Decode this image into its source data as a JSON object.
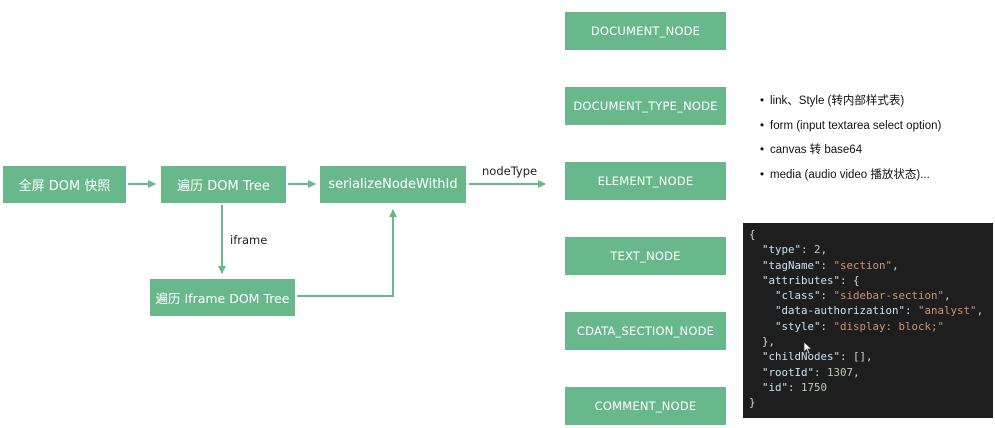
{
  "flow": {
    "full_snapshot": "全屏 DOM 快照",
    "traverse_dom": "遍历 DOM Tree",
    "serialize": "serializeNodeWithId",
    "traverse_iframe": "遍历 Iframe DOM Tree",
    "iframe_label": "iframe",
    "nodetype_label": "nodeType"
  },
  "node_types": [
    "DOCUMENT_NODE",
    "DOCUMENT_TYPE_NODE",
    "ELEMENT_NODE",
    "TEXT_NODE",
    "CDATA_SECTION_NODE",
    "COMMENT_NODE"
  ],
  "bullet_glyph": "•",
  "bullets": [
    "link、Style (转内部样式表)",
    "form (input textarea select option)",
    "canvas 转 base64",
    "media (audio video 播放状态)..."
  ],
  "code_lines": [
    [
      [
        "p",
        "{"
      ]
    ],
    [
      [
        "p",
        "  "
      ],
      [
        "k",
        "\"type\""
      ],
      [
        "p",
        ": "
      ],
      [
        "n",
        "2"
      ],
      [
        "p",
        ","
      ]
    ],
    [
      [
        "p",
        "  "
      ],
      [
        "k",
        "\"tagName\""
      ],
      [
        "p",
        ": "
      ],
      [
        "s",
        "\"section\""
      ],
      [
        "p",
        ","
      ]
    ],
    [
      [
        "p",
        "  "
      ],
      [
        "k",
        "\"attributes\""
      ],
      [
        "p",
        ": {"
      ]
    ],
    [
      [
        "p",
        "    "
      ],
      [
        "k",
        "\"class\""
      ],
      [
        "p",
        ": "
      ],
      [
        "s",
        "\"sidebar-section\""
      ],
      [
        "p",
        ","
      ]
    ],
    [
      [
        "p",
        "    "
      ],
      [
        "k",
        "\"data-authorization\""
      ],
      [
        "p",
        ": "
      ],
      [
        "s",
        "\"analyst\""
      ],
      [
        "p",
        ","
      ]
    ],
    [
      [
        "p",
        "    "
      ],
      [
        "k",
        "\"style\""
      ],
      [
        "p",
        ": "
      ],
      [
        "s",
        "\"display: block;\""
      ]
    ],
    [
      [
        "p",
        "  },"
      ]
    ],
    [
      [
        "p",
        "  "
      ],
      [
        "k",
        "\"childNodes\""
      ],
      [
        "p",
        ": [],"
      ]
    ],
    [
      [
        "p",
        "  "
      ],
      [
        "k",
        "\"rootId\""
      ],
      [
        "p",
        ": "
      ],
      [
        "n",
        "1307"
      ],
      [
        "p",
        ","
      ]
    ],
    [
      [
        "p",
        "  "
      ],
      [
        "k",
        "\"id\""
      ],
      [
        "p",
        ": "
      ],
      [
        "n",
        "1750"
      ]
    ],
    [
      [
        "p",
        "}"
      ]
    ]
  ]
}
